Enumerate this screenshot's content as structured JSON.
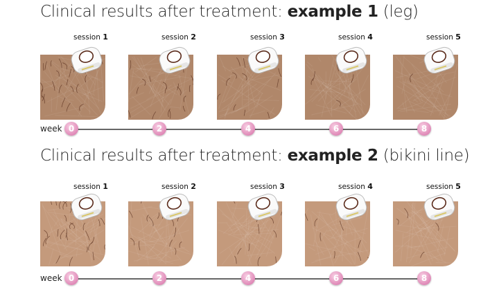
{
  "examples": [
    {
      "title_prefix": "Clinical results after treatment: ",
      "title_bold": "example 1",
      "title_suffix": " (leg)",
      "skin_color": "#b0876a",
      "hair_density": [
        1,
        0.6,
        0.35,
        0.2,
        0.1
      ]
    },
    {
      "title_prefix": "Clinical results after treatment: ",
      "title_bold": "example 2",
      "title_suffix": " (bikini line)",
      "skin_color": "#c49a7c",
      "hair_density": [
        1,
        0.6,
        0.4,
        0.25,
        0.12
      ]
    }
  ],
  "session_label": "session",
  "session_numbers": [
    "1",
    "2",
    "3",
    "4",
    "5"
  ],
  "week_label": "week",
  "weeks": [
    "0",
    "2",
    "4",
    "6",
    "8"
  ]
}
